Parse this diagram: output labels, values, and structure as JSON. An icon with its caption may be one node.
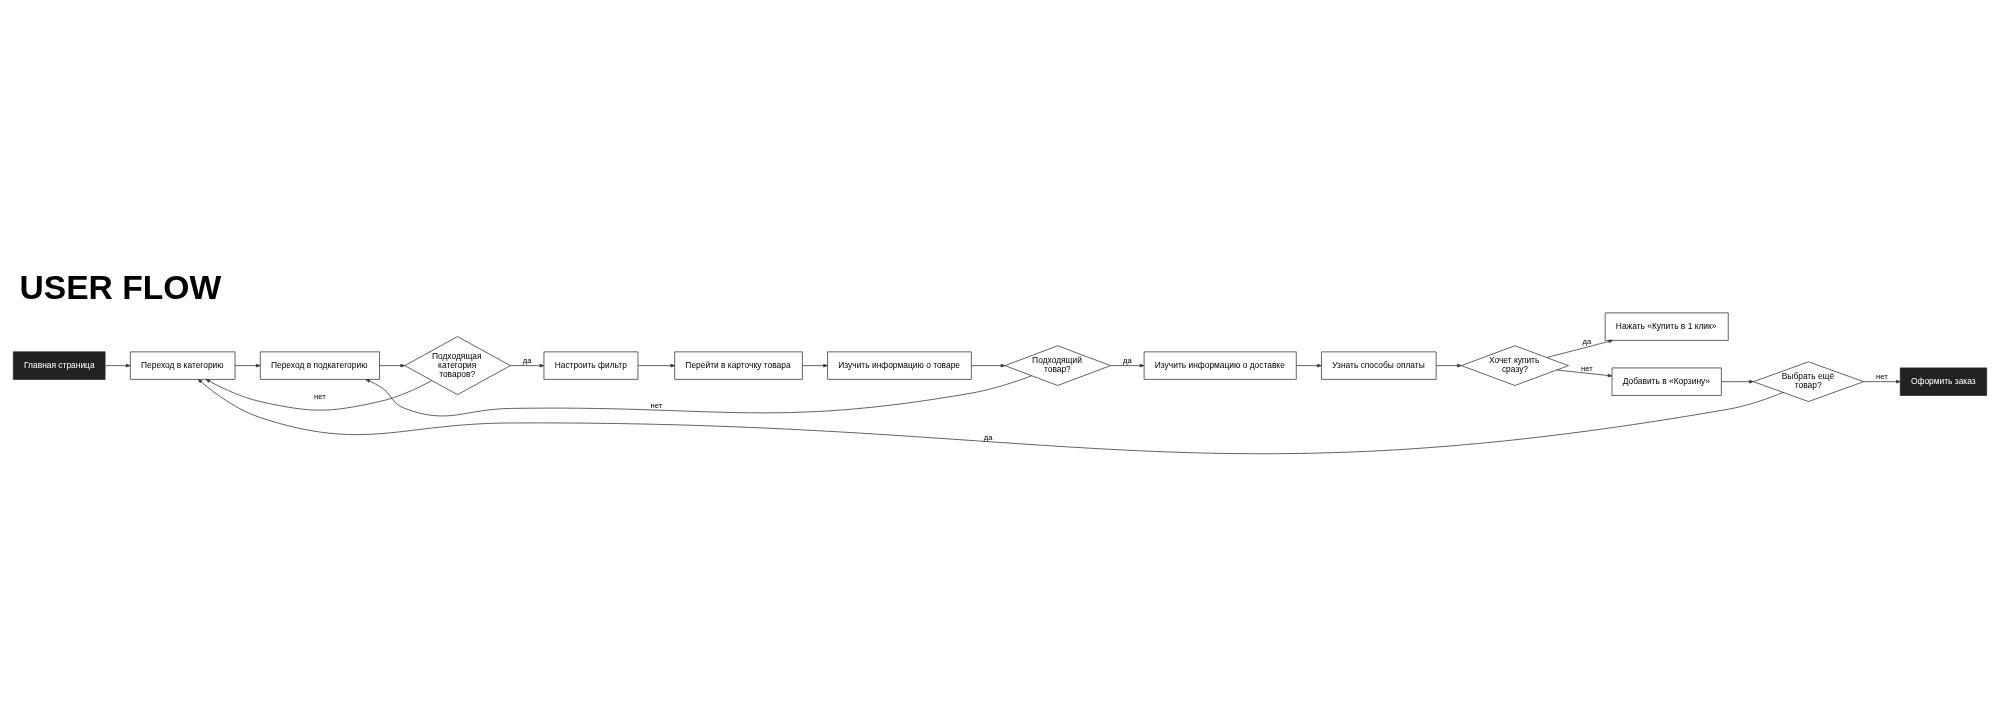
{
  "diagram": {
    "title": "USER FLOW",
    "nodes": [
      {
        "text": [
          "Главная страница"
        ]
      },
      {
        "text": [
          "Переход в категорию"
        ]
      },
      {
        "text": [
          "Переход в подкатегорию"
        ]
      },
      {
        "text": [
          "Подходящая категория товаров?"
        ]
      },
      {
        "text": [
          "Настроить фильтр"
        ]
      },
      {
        "text": [
          "Перейти в карточку товара"
        ]
      },
      {
        "text": [
          "Изучить информацию о товаре"
        ]
      },
      {
        "text": [
          "Подходящий товар?"
        ]
      },
      {
        "text": [
          "Изучить информацию о доставке"
        ]
      },
      {
        "text": [
          "Узнать способы оплаты"
        ]
      },
      {
        "text": [
          "Хочет купить сразу?"
        ]
      },
      {
        "text": [
          "Нажать «Купить в 1 клик»"
        ]
      },
      {
        "text": [
          "Добавить в «Корзину»"
        ]
      },
      {
        "text": [
          "Выбрать ещё товар?"
        ]
      },
      {
        "text": [
          "Оформить заказ"
        ]
      }
    ],
    "edges": [
      {
        "from": 0,
        "to": 1,
        "arrow": "to"
      },
      {
        "from": 1,
        "to": 2,
        "arrow": "to"
      },
      {
        "from": 2,
        "to": 3,
        "arrow": "to"
      },
      {
        "from": 3,
        "to": 4,
        "arrow": "to",
        "label": "да"
      },
      {
        "from": 3,
        "to": 1,
        "arrow": "to",
        "label": "нет"
      },
      {
        "from": 4,
        "to": 5,
        "arrow": "to"
      },
      {
        "from": 5,
        "to": 6,
        "arrow": "to"
      },
      {
        "from": 6,
        "to": 7,
        "arrow": "to"
      },
      {
        "from": 7,
        "to": 8,
        "arrow": "to",
        "label": "да"
      },
      {
        "from": 7,
        "to": 2,
        "arrow": "to",
        "label": "нет"
      },
      {
        "from": 8,
        "to": 9,
        "arrow": "to"
      },
      {
        "from": 9,
        "to": 10,
        "arrow": "to"
      },
      {
        "from": 10,
        "to": 11,
        "arrow": "to",
        "label": "да"
      },
      {
        "from": 10,
        "to": 12,
        "arrow": "to",
        "label": "нет"
      },
      {
        "from": 12,
        "to": 13,
        "arrow": "to"
      },
      {
        "from": 13,
        "to": 1,
        "arrow": "to",
        "label": "да"
      },
      {
        "from": 13,
        "to": 14,
        "arrow": "to",
        "label": "нет"
      }
    ]
  }
}
